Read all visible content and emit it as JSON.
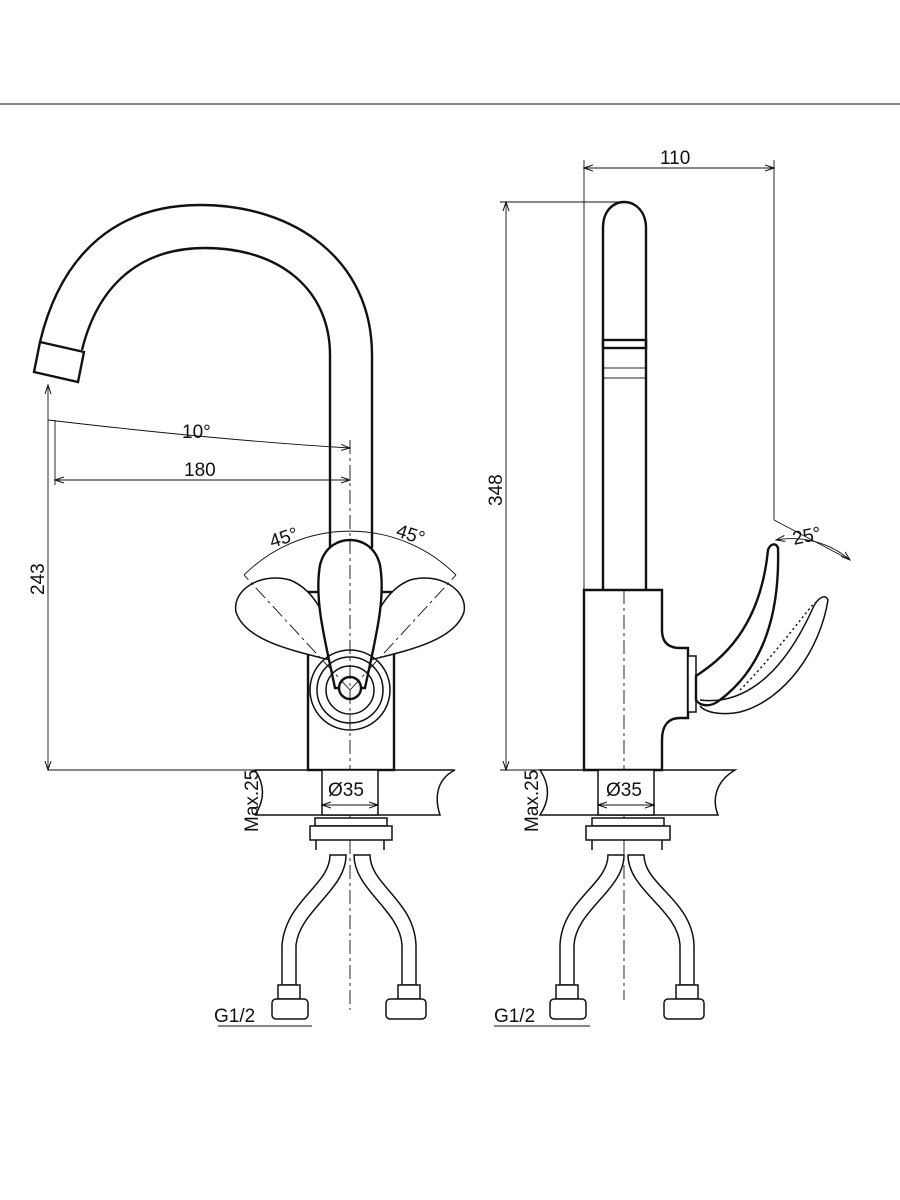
{
  "drawing": {
    "front_view": {
      "angle_spout": "10°",
      "spout_reach": "180",
      "height_spout": "243",
      "lever_angle_left": "45°",
      "lever_angle_right": "45°",
      "max_thickness": "Max.25",
      "body_diameter": "Ø35",
      "thread": "G1/2"
    },
    "side_view": {
      "depth": "110",
      "total_height": "348",
      "lever_tilt": "25°",
      "max_thickness": "Max.25",
      "body_diameter": "Ø35",
      "thread": "G1/2"
    }
  }
}
